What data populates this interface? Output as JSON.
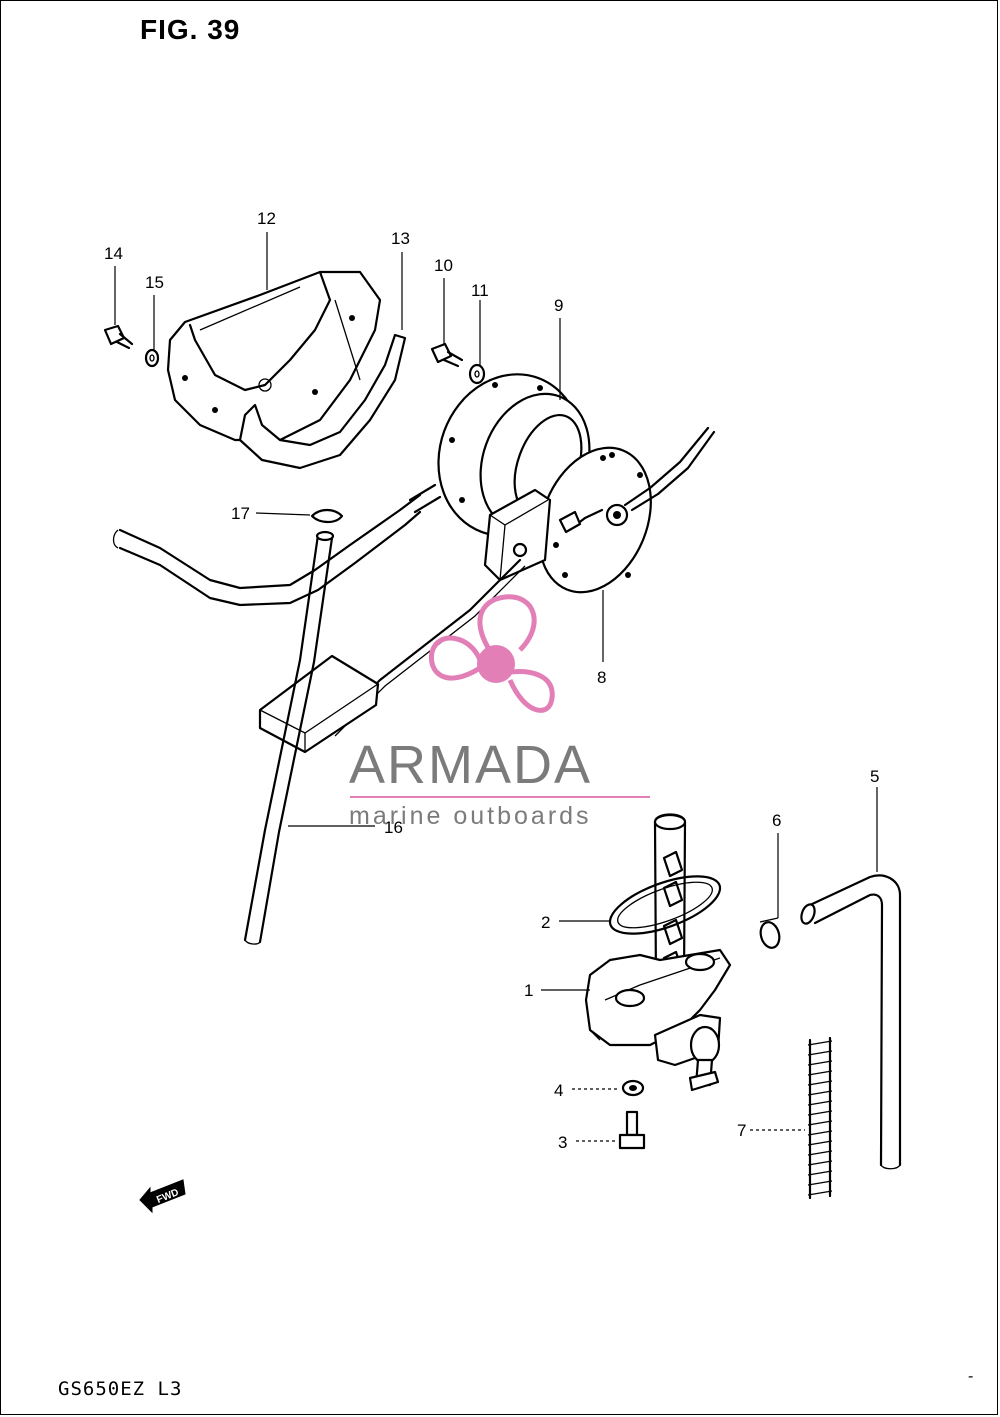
{
  "figure_title": "FIG. 39",
  "model_code": "GS650EZ  L3",
  "footer_mark": "-",
  "callouts": [
    "1",
    "2",
    "3",
    "4",
    "5",
    "6",
    "7",
    "8",
    "9",
    "10",
    "11",
    "12",
    "13",
    "14",
    "15",
    "16",
    "17"
  ],
  "forward_marker": "FWD",
  "watermark": {
    "brand": "ARMADA",
    "tagline": "marine outboards",
    "color_pink": "#e27fb7",
    "color_gray": "#7b7b7b"
  }
}
